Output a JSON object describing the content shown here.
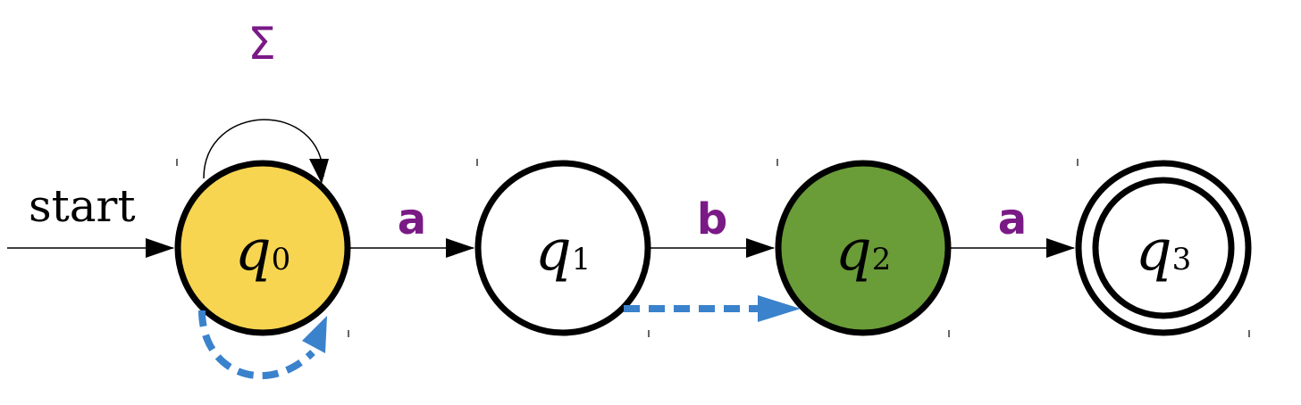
{
  "automaton": {
    "start_label": "start",
    "self_loop_label": "Σ",
    "states": [
      {
        "id": "q0",
        "letter": "q",
        "index": "0",
        "fill": "#f7d550",
        "accepting": false
      },
      {
        "id": "q1",
        "letter": "q",
        "index": "1",
        "fill": "#ffffff",
        "accepting": false
      },
      {
        "id": "q2",
        "letter": "q",
        "index": "2",
        "fill": "#6a9c38",
        "accepting": false
      },
      {
        "id": "q3",
        "letter": "q",
        "index": "3",
        "fill": "#ffffff",
        "accepting": true
      }
    ],
    "transitions": [
      {
        "from": "q0",
        "to": "q1",
        "label": "a"
      },
      {
        "from": "q1",
        "to": "q2",
        "label": "b"
      },
      {
        "from": "q2",
        "to": "q3",
        "label": "a"
      }
    ]
  },
  "colors": {
    "label_purple": "#7a1a86",
    "trace_blue": "#3a82cc",
    "stroke": "#000000"
  }
}
